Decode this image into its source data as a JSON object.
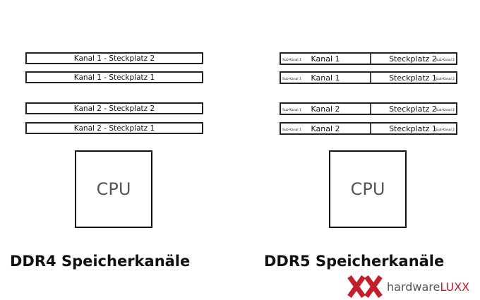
{
  "ddr4": {
    "slots": [
      "Kanal 1 - Steckplatz 2",
      "Kanal 1 - Steckplatz 1",
      "Kanal 2 - Steckplatz 2",
      "Kanal 2 - Steckplatz 1"
    ],
    "cpu_label": "CPU",
    "caption": "DDR4 Speicherkanäle"
  },
  "ddr5": {
    "slots": [
      {
        "channel": "Kanal 1",
        "slot": "Steckplatz 2",
        "sub_left": "Sub-Kanal 1",
        "sub_right": "Sub-Kanal 2"
      },
      {
        "channel": "Kanal 1",
        "slot": "Steckplatz 1",
        "sub_left": "Sub-Kanal 1",
        "sub_right": "Sub-Kanal 2"
      },
      {
        "channel": "Kanal 2",
        "slot": "Steckplatz 2",
        "sub_left": "Sub-Kanal 1",
        "sub_right": "Sub-Kanal 2"
      },
      {
        "channel": "Kanal 2",
        "slot": "Steckplatz 1",
        "sub_left": "Sub-Kanal 1",
        "sub_right": "Sub-Kanal 2"
      }
    ],
    "cpu_label": "CPU",
    "caption": "DDR5 Speicherkanäle"
  },
  "logo": {
    "text_main": "hardware",
    "text_accent": "LUXX",
    "accent_color": "#c41e2a"
  }
}
